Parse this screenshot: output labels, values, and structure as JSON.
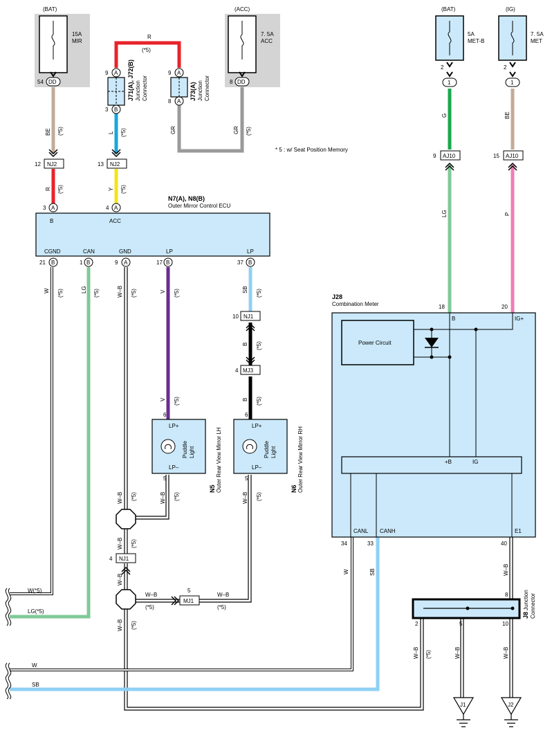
{
  "fuses": {
    "mir": {
      "supply": "(BAT)",
      "rating": "15A",
      "name": "MIR"
    },
    "acc": {
      "supply": "(ACC)",
      "rating": "7. 5A",
      "name": "ACC"
    },
    "met_b": {
      "supply": "(BAT)",
      "rating": "5A",
      "name": "MET-B"
    },
    "met": {
      "supply": "(IG)",
      "rating": "7. 5A",
      "name": "MET"
    }
  },
  "connectors": {
    "dd": "DD",
    "nj2": "NJ2",
    "nj1": "NJ1",
    "mj3": "MJ3",
    "mj1": "MJ1",
    "aj10": "AJ10",
    "one": "1",
    "a": "A",
    "b": "B"
  },
  "junction_j71": {
    "id": "J71(A), J72(B)",
    "name_line1": "Junction",
    "name_line2": "Connector"
  },
  "junction_j73": {
    "id": "J73(A)",
    "name_line1": "Junction",
    "name_line2": "Connector"
  },
  "junction_j8": {
    "id": "J8",
    "name_line1": "Junction",
    "name_line2": "Connector"
  },
  "ecu": {
    "id": "N7(A), N8(B)",
    "name": "Outer Mirror Control ECU",
    "terminals": [
      "B",
      "ACC",
      "CGND",
      "CAN",
      "GND",
      "LP",
      "LP"
    ]
  },
  "meter": {
    "id": "J28",
    "name": "Combination Meter",
    "power_circuit": "Power Circuit",
    "terminals": [
      "B",
      "IG+",
      "+B",
      "IG",
      "CANL",
      "CANH",
      "E1"
    ]
  },
  "mirrors": {
    "lh": {
      "id": "N5",
      "name": "Outer Rear View Mirror LH",
      "light1": "Puddle",
      "light2": "Light",
      "lp_plus": "LP+",
      "lp_minus": "LP–"
    },
    "rh": {
      "id": "N6",
      "name": "Outer Rear View Mirror RH",
      "light1": "Puddle",
      "light2": "Light",
      "lp_plus": "LP+",
      "lp_minus": "LP–"
    }
  },
  "grounds": {
    "j1": "J1",
    "j2": "J2"
  },
  "note": "* 5 : w/ Seat Position Memory",
  "wire_colors": {
    "BE": "BE",
    "R": "R",
    "L": "L",
    "Y": "Y",
    "GR": "GR",
    "W": "W",
    "LG": "LG",
    "WB": "W–B",
    "V": "V",
    "SB": "SB",
    "B": "B",
    "G": "G",
    "P": "P",
    "opt": "(*5)"
  },
  "offpage": {
    "w5": "W(*5)",
    "lg5": "LG(*5)",
    "w": "W",
    "sb": "SB"
  },
  "pins": {
    "p54": "54",
    "p9": "9",
    "p3": "3",
    "p8": "8",
    "p12": "12",
    "p13": "13",
    "p4": "4",
    "p21": "21",
    "p1": "1",
    "p17": "17",
    "p37": "37",
    "p10": "10",
    "p6": "6",
    "p5": "5",
    "p2": "2",
    "p15": "15",
    "p18": "18",
    "p20": "20",
    "p34": "34",
    "p33": "33",
    "p40": "40"
  },
  "palette": {
    "red": "#e8232b",
    "blue": "#1aa5de",
    "yellow": "#f5e31a",
    "tan": "#c3ab98",
    "gray": "#9a9a9a",
    "green": "#1ba84e",
    "lightgreen": "#80c999",
    "violet": "#6b2d8f",
    "skyblue": "#8fd1f3",
    "pink": "#ee7fb5",
    "black": "#000000",
    "box": "#cbe9fa",
    "fusebg": "#d4d4d4"
  }
}
